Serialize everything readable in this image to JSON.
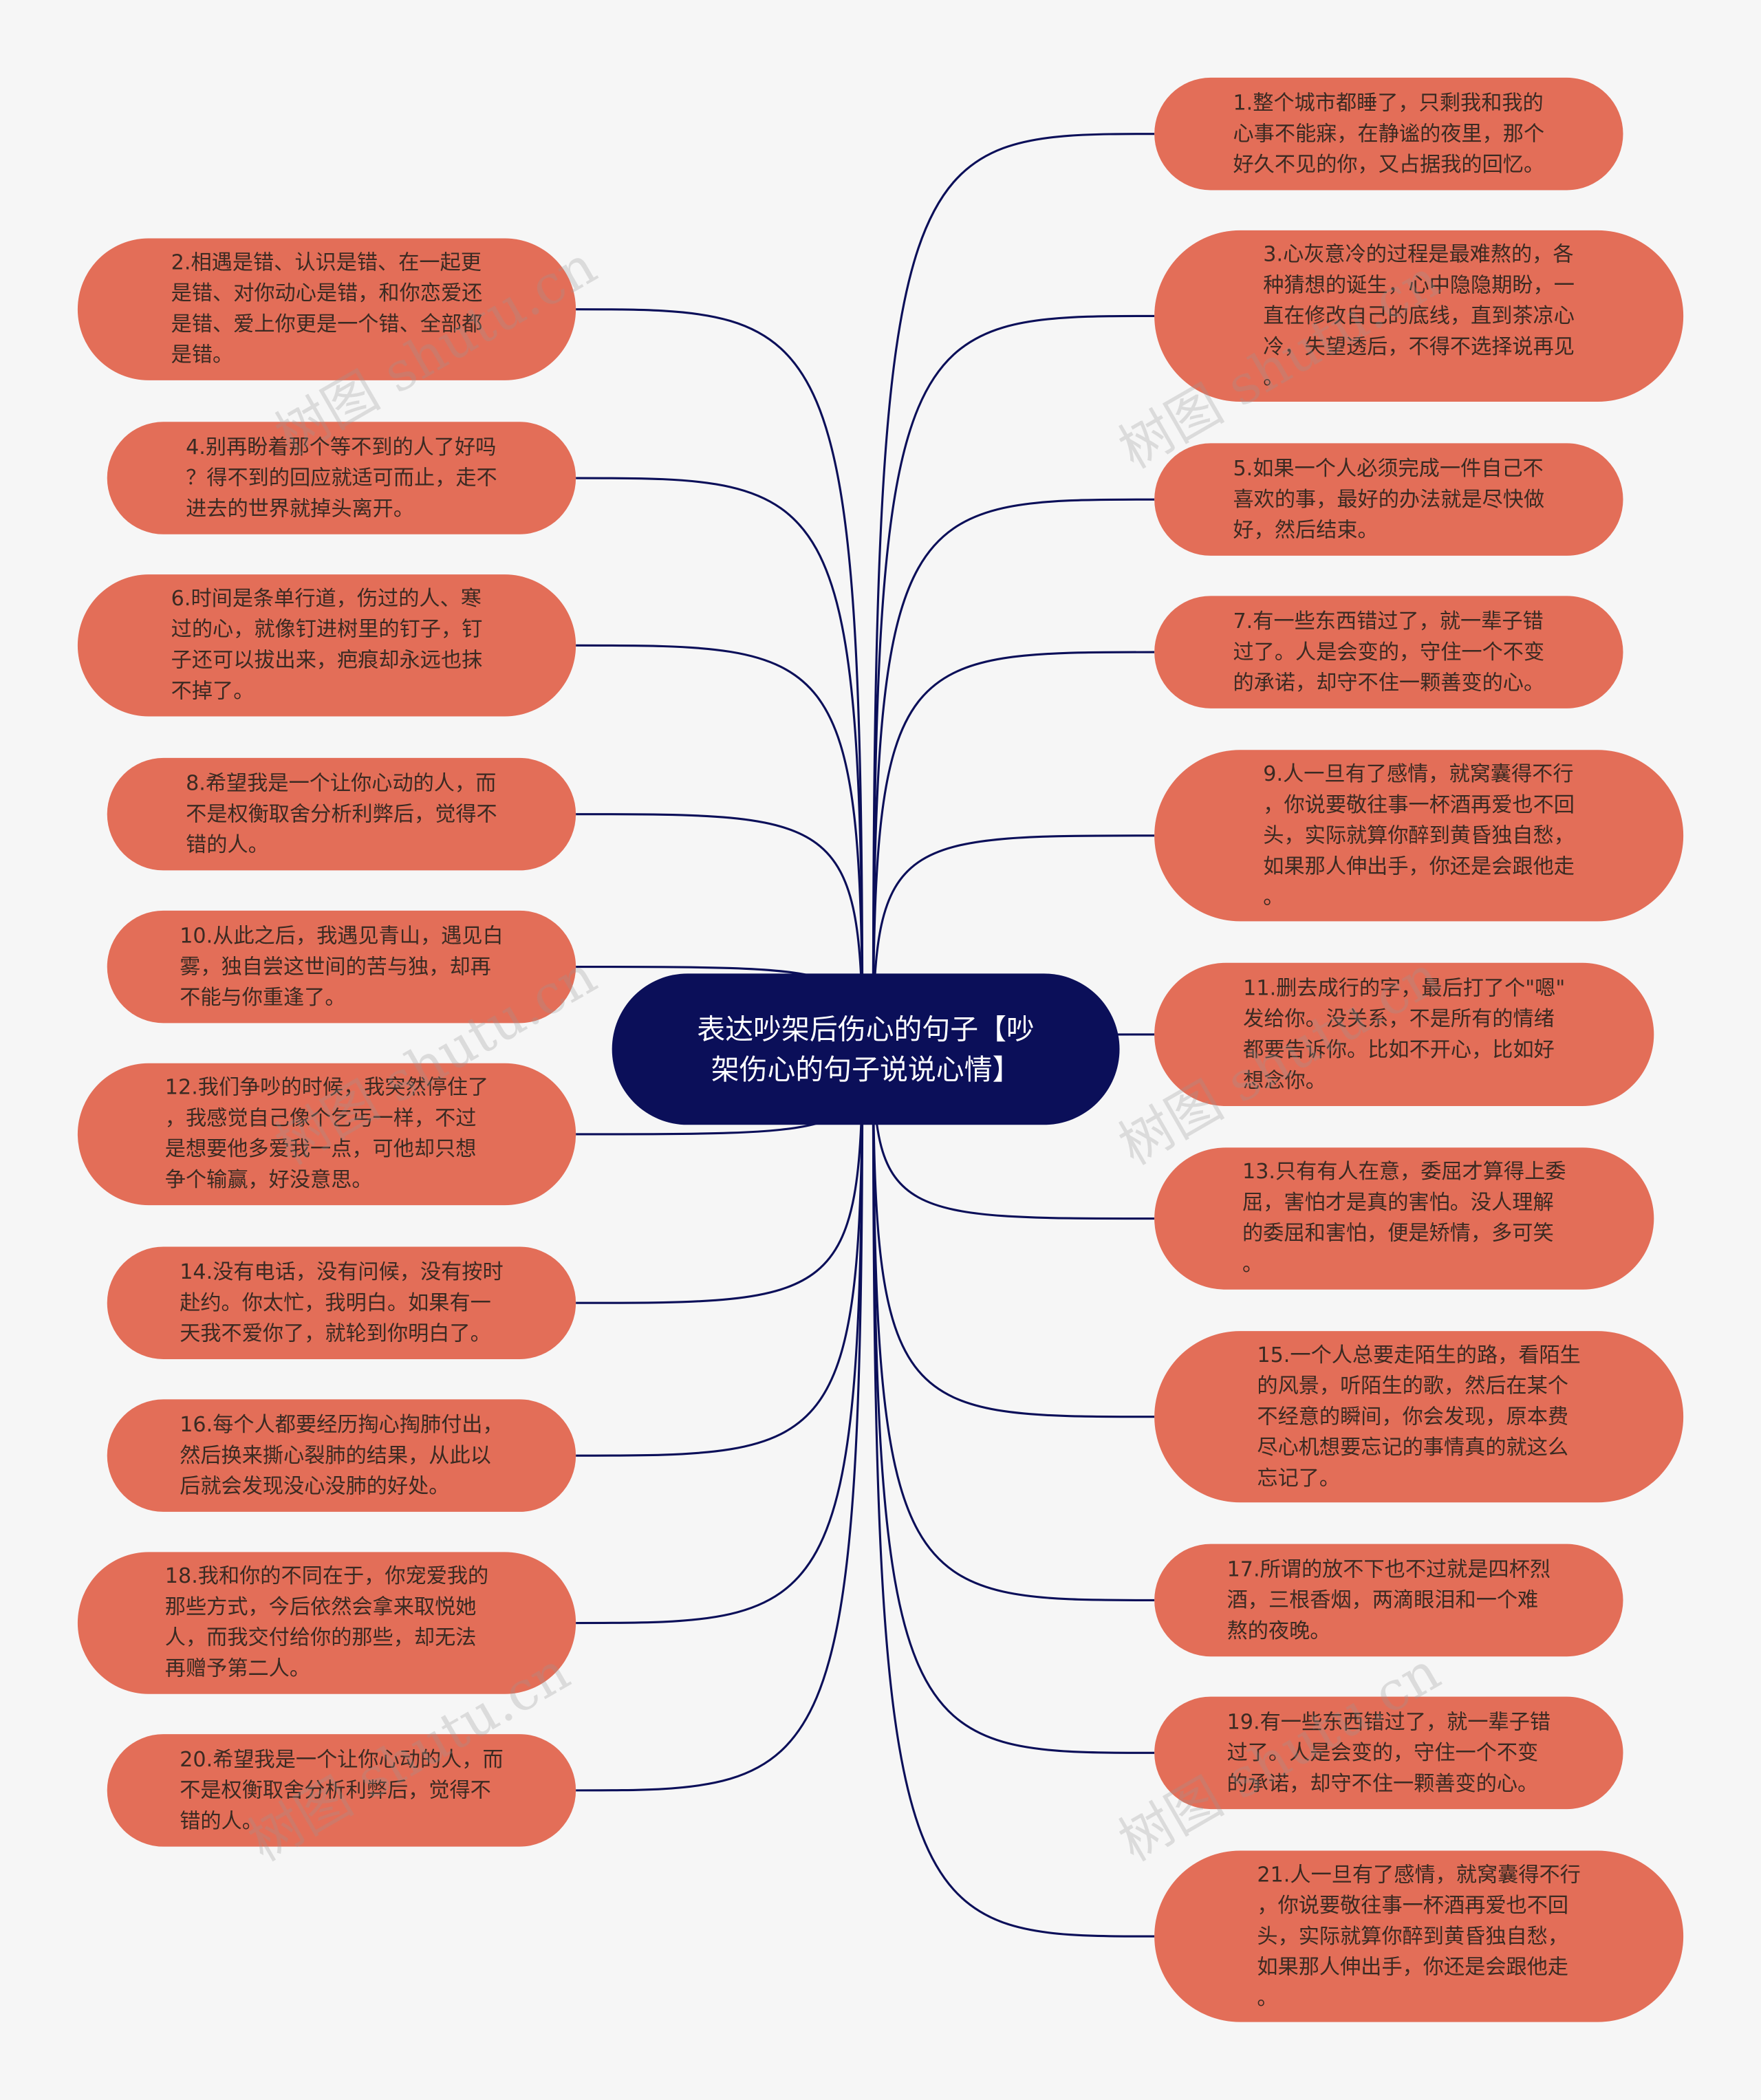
{
  "title": "表达吵架后伤心的句子【吵架伤心的句子说说心情】",
  "watermark": "树图 shutu.cn",
  "colors": {
    "background": "#f6f6f6",
    "node": "#e36e58",
    "root": "#0b0f59",
    "link": "#0b0f59"
  },
  "nodes": [
    {
      "id": 1,
      "lines": [
        "1.整个城市都睡了，只剩我和我的",
        "心事不能寐，在静谧的夜里，那个",
        "好久不见的你，又占据我的回忆。"
      ]
    },
    {
      "id": 2,
      "lines": [
        "2.相遇是错、认识是错、在一起更",
        "是错、对你动心是错，和你恋爱还",
        "是错、爱上你更是一个错、全部都",
        "是错。"
      ]
    },
    {
      "id": 3,
      "lines": [
        "3.心灰意冷的过程是最难熬的，各",
        "种猜想的诞生，心中隐隐期盼，一",
        "直在修改自己的底线，直到茶凉心",
        "冷，失望透后，不得不选择说再见",
        "。"
      ]
    },
    {
      "id": 4,
      "lines": [
        "4.别再盼着那个等不到的人了好吗",
        "？得不到的回应就适可而止，走不",
        "进去的世界就掉头离开。"
      ]
    },
    {
      "id": 5,
      "lines": [
        "5.如果一个人必须完成一件自己不",
        "喜欢的事，最好的办法就是尽快做",
        "好，然后结束。"
      ]
    },
    {
      "id": 6,
      "lines": [
        "6.时间是条单行道，伤过的人、寒",
        "过的心，就像钉进树里的钉子，钉",
        "子还可以拔出来，疤痕却永远也抹",
        "不掉了。"
      ]
    },
    {
      "id": 7,
      "lines": [
        "7.有一些东西错过了，就一辈子错",
        "过了。人是会变的，守住一个不变",
        "的承诺，却守不住一颗善变的心。"
      ]
    },
    {
      "id": 8,
      "lines": [
        "8.希望我是一个让你心动的人，而",
        "不是权衡取舍分析利弊后，觉得不",
        "错的人。"
      ]
    },
    {
      "id": 9,
      "lines": [
        "9.人一旦有了感情，就窝囊得不行",
        "，你说要敬往事一杯酒再爱也不回",
        "头，实际就算你醉到黄昏独自愁，",
        "如果那人伸出手，你还是会跟他走",
        "。"
      ]
    },
    {
      "id": 10,
      "lines": [
        "10.从此之后，我遇见青山，遇见白",
        "雾，独自尝这世间的苦与独，却再",
        "不能与你重逢了。"
      ]
    },
    {
      "id": 11,
      "lines": [
        "11.删去成行的字，最后打了个\"嗯\"",
        "发给你。没关系，不是所有的情绪",
        "都要告诉你。比如不开心，比如好",
        "想念你。"
      ]
    },
    {
      "id": 12,
      "lines": [
        "12.我们争吵的时候，我突然停住了",
        "，我感觉自己像个乞丐一样，不过",
        "是想要他多爱我一点，可他却只想",
        "争个输赢，好没意思。"
      ]
    },
    {
      "id": 13,
      "lines": [
        "13.只有有人在意，委屈才算得上委",
        "屈，害怕才是真的害怕。没人理解",
        "的委屈和害怕，便是矫情，多可笑",
        "。"
      ]
    },
    {
      "id": 14,
      "lines": [
        "14.没有电话，没有问候，没有按时",
        "赴约。你太忙，我明白。如果有一",
        "天我不爱你了，就轮到你明白了。"
      ]
    },
    {
      "id": 15,
      "lines": [
        "15.一个人总要走陌生的路，看陌生",
        "的风景，听陌生的歌，然后在某个",
        "不经意的瞬间，你会发现，原本费",
        "尽心机想要忘记的事情真的就这么",
        "忘记了。"
      ]
    },
    {
      "id": 16,
      "lines": [
        "16.每个人都要经历掏心掏肺付出，",
        "然后换来撕心裂肺的结果，从此以",
        "后就会发现没心没肺的好处。"
      ]
    },
    {
      "id": 17,
      "lines": [
        "17.所谓的放不下也不过就是四杯烈",
        "酒，三根香烟，两滴眼泪和一个难",
        "熬的夜晚。"
      ]
    },
    {
      "id": 18,
      "lines": [
        "18.我和你的不同在于，你宠爱我的",
        "那些方式，今后依然会拿来取悦她",
        "人，而我交付给你的那些，却无法",
        "再赠予第二人。"
      ]
    },
    {
      "id": 19,
      "lines": [
        "19.有一些东西错过了，就一辈子错",
        "过了。人是会变的，守住一个不变",
        "的承诺，却守不住一颗善变的心。"
      ]
    },
    {
      "id": 20,
      "lines": [
        "20.希望我是一个让你心动的人，而",
        "不是权衡取舍分析利弊后，觉得不",
        "错的人。"
      ]
    },
    {
      "id": 21,
      "lines": [
        "21.人一旦有了感情，就窝囊得不行",
        "，你说要敬往事一杯酒再爱也不回",
        "头，实际就算你醉到黄昏独自愁，",
        "如果那人伸出手，你还是会跟他走",
        "。"
      ]
    }
  ]
}
